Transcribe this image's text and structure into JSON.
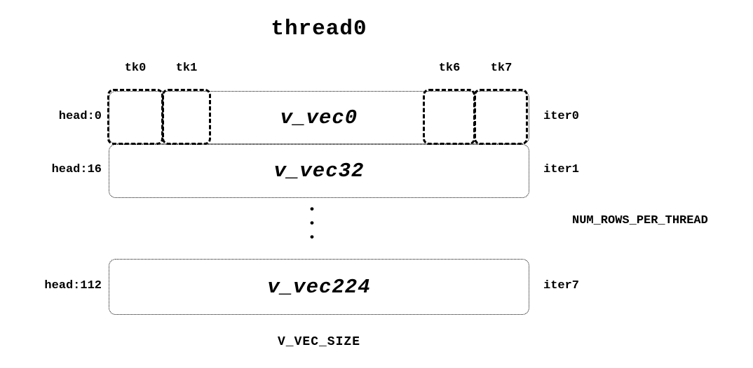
{
  "title": "thread0",
  "ticks": [
    "tk0",
    "tk1",
    "tk6",
    "tk7"
  ],
  "rows": [
    {
      "head": "head:0",
      "vec": "v_vec0",
      "iter": "iter0"
    },
    {
      "head": "head:16",
      "vec": "v_vec32",
      "iter": "iter1"
    },
    {
      "head": "head:112",
      "vec": "v_vec224",
      "iter": "iter7"
    }
  ],
  "ellipsis": "•\n•\n•",
  "labels": {
    "num_rows": "NUM_ROWS_PER_THREAD",
    "v_vec_size": "V_VEC_SIZE"
  }
}
